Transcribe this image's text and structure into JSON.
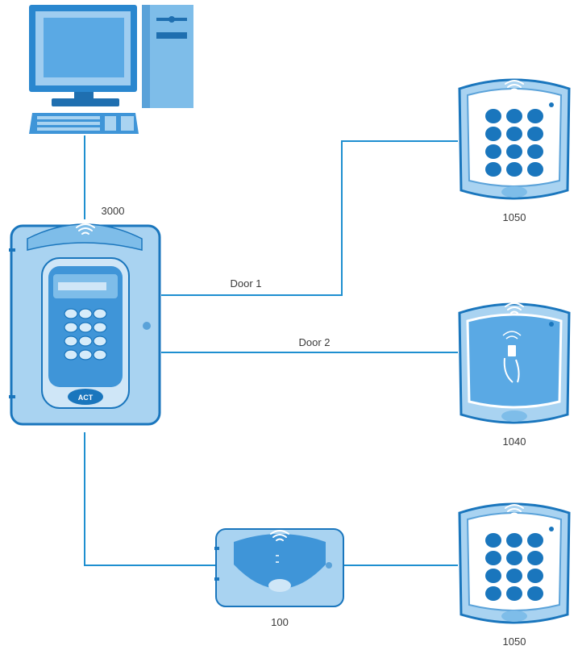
{
  "devices": {
    "workstation": {
      "icon": "computer-icon"
    },
    "controller": {
      "label": "3000",
      "logo": "ACT",
      "icon": "controller-keypad-icon"
    },
    "reader_keypad_top": {
      "label": "1050",
      "icon": "keypad-reader-icon"
    },
    "reader_proximity": {
      "label": "1040",
      "icon": "proximity-reader-icon"
    },
    "expander": {
      "label": "100",
      "icon": "door-expander-icon"
    },
    "reader_keypad_bottom": {
      "label": "1050",
      "icon": "keypad-reader-icon"
    }
  },
  "connections": {
    "door1": {
      "label": "Door 1"
    },
    "door2": {
      "label": "Door 2"
    }
  },
  "colors": {
    "wire": "#1e8fd0",
    "device_light": "#a9d3f1",
    "device_mid": "#6fb4e6",
    "device_dark": "#1a76bd",
    "outline": "#0f5f9e"
  }
}
